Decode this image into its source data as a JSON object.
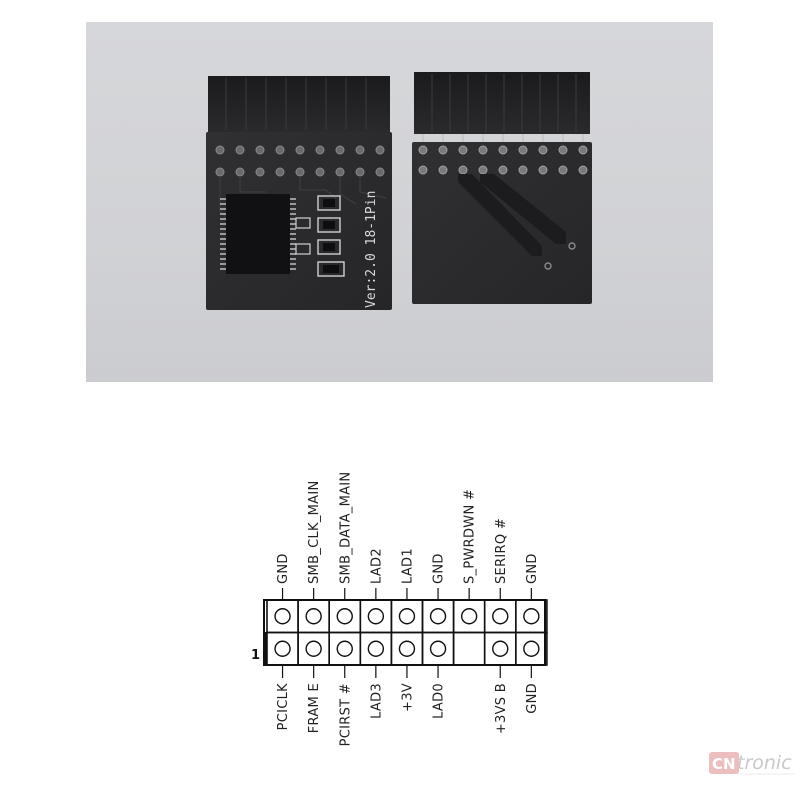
{
  "photo": {
    "board_text": "Ver:2.0  18-1Pin"
  },
  "header": {
    "pin_one_marker": "1",
    "top_row": [
      {
        "label": "GND",
        "filled": true
      },
      {
        "label": "SMB_CLK_MAIN",
        "filled": true
      },
      {
        "label": "SMB_DATA_MAIN",
        "filled": true
      },
      {
        "label": "LAD2",
        "filled": true
      },
      {
        "label": "LAD1",
        "filled": true
      },
      {
        "label": "GND",
        "filled": true
      },
      {
        "label": "S_PWRDWN #",
        "filled": true
      },
      {
        "label": "SERIRQ #",
        "filled": true
      },
      {
        "label": "GND",
        "filled": true
      }
    ],
    "bottom_row": [
      {
        "label": "PCICLK",
        "filled": true
      },
      {
        "label": "FRAM E",
        "filled": true
      },
      {
        "label": "PCIRST #",
        "filled": true
      },
      {
        "label": "LAD3",
        "filled": true
      },
      {
        "label": "+3V",
        "filled": true
      },
      {
        "label": "LAD0",
        "filled": true
      },
      {
        "label": "",
        "filled": false
      },
      {
        "label": "+3VS B",
        "filled": true
      },
      {
        "label": "GND",
        "filled": true
      }
    ]
  },
  "watermark": {
    "brand": "tronic",
    "logo_letters": "CN"
  },
  "colors": {
    "pcb": "#2b2b2d",
    "pin_header": "#1e1e20",
    "photo_background": "#d3d4d7"
  }
}
